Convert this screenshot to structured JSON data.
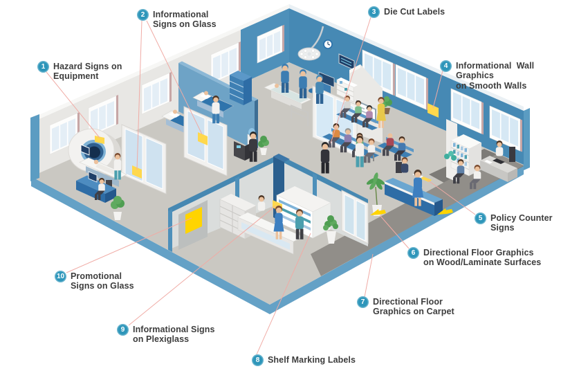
{
  "title": "Healthcare facility signage infographic",
  "callouts": [
    {
      "number": "1",
      "label": "Hazard Signs on\nEquipment"
    },
    {
      "number": "2",
      "label": "Informational\nSigns on Glass"
    },
    {
      "number": "3",
      "label": "Die Cut Labels"
    },
    {
      "number": "4",
      "label": "Informational  Wall\nGraphics\non Smooth Walls"
    },
    {
      "number": "5",
      "label": "Policy Counter\nSigns"
    },
    {
      "number": "6",
      "label": "Directional Floor Graphics\non Wood/Laminate Surfaces"
    },
    {
      "number": "7",
      "label": "Directional Floor\nGraphics on Carpet"
    },
    {
      "number": "8",
      "label": "Shelf Marking Labels"
    },
    {
      "number": "9",
      "label": "Informational Signs\non Plexiglass"
    },
    {
      "number": "10",
      "label": "Promotional\nSigns on Glass"
    }
  ],
  "colors": {
    "callout_circle": "#2e96ba",
    "callout_text": "#3d3d3d",
    "leader_line": "#f0aba5",
    "accent_wall_blue": "#4e90ba",
    "wall_blue_dark": "#4689b4",
    "floor_gray": "#cac8c2",
    "walkway_gray": "#918e89",
    "sign_yellow": "#ffd400",
    "furniture_blue": "#2e6da6",
    "scrubs_blue": "#3c7db2",
    "plant_green": "#4f9e52"
  }
}
